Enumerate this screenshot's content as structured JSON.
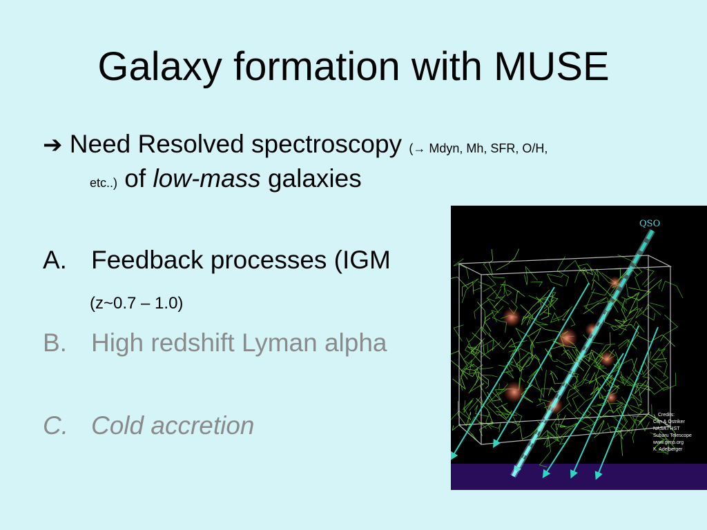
{
  "slide": {
    "title": "Galaxy formation with MUSE",
    "main_bullet": {
      "arrow": "➔",
      "text": "Need Resolved spectroscopy",
      "small_paren": "(→ Mdyn, Mh, SFR, O/H,",
      "small_etc": "etc..)",
      "of": "of",
      "low_mass": "low-mass",
      "galaxies": "galaxies"
    },
    "items": [
      {
        "marker": "A.",
        "text": "Feedback processes  (IGM"
      },
      {
        "marker": "B.",
        "text": "High redshift Lyman alpha"
      },
      {
        "marker": "C.",
        "text": "Cold accretion"
      }
    ],
    "sub_a": "(z~0.7 – 1.0)"
  },
  "figure": {
    "qso_label": "QSO",
    "credits": [
      "Credits:",
      "Cen & Ostriker",
      "NASA / HST",
      "Subaru Telescope",
      "www.gimp.org",
      "K. Adelberger"
    ],
    "colors": {
      "background": "#000000",
      "filaments": "#4fbf1f",
      "sightlines": "#2fd6c0",
      "bottom_band": "#2a0d5a"
    }
  }
}
